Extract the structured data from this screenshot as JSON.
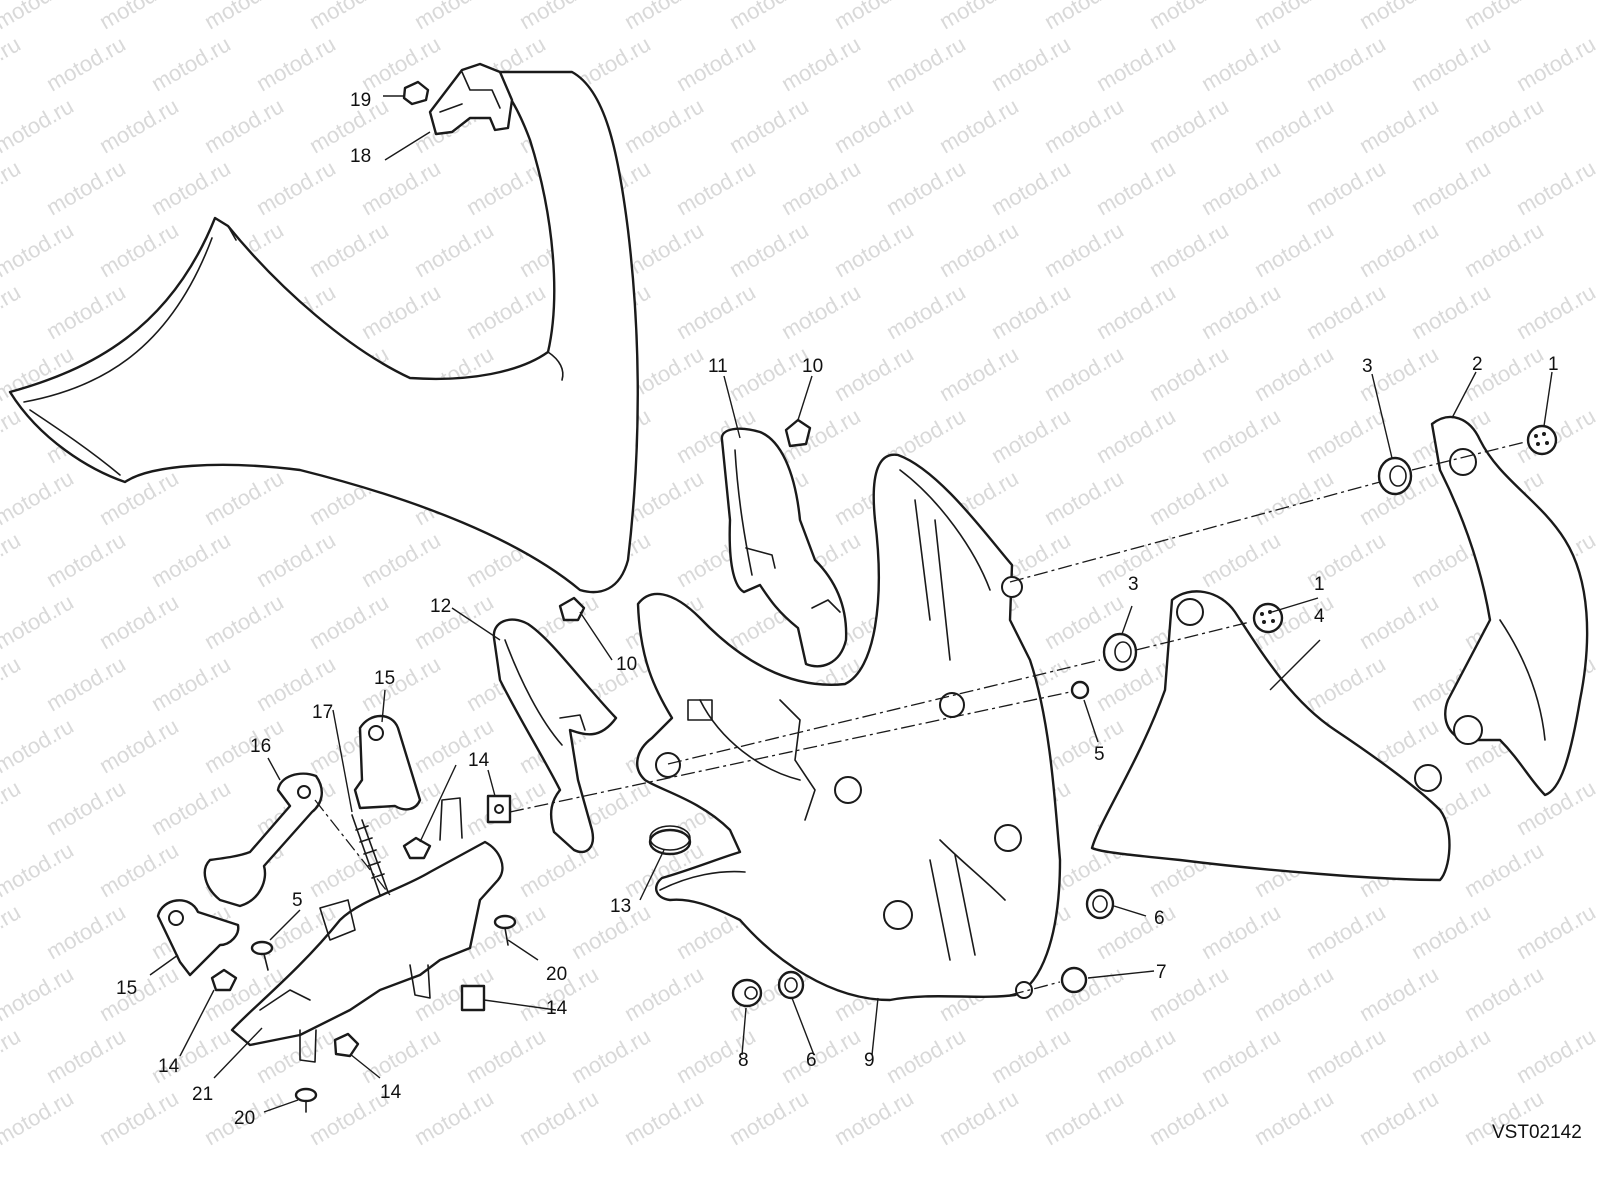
{
  "watermark": "motod.ru",
  "drawing_code": "VST02142",
  "callouts": {
    "c1a": "1",
    "c1b": "1",
    "c2": "2",
    "c3a": "3",
    "c3b": "3",
    "c4": "4",
    "c5a": "5",
    "c5b": "5",
    "c6a": "6",
    "c6b": "6",
    "c7": "7",
    "c8": "8",
    "c9": "9",
    "c10a": "10",
    "c10b": "10",
    "c11": "11",
    "c12": "12",
    "c13": "13",
    "c14a": "14",
    "c14b": "14",
    "c14c": "14",
    "c14d": "14",
    "c15a": "15",
    "c15b": "15",
    "c16": "16",
    "c17": "17",
    "c18": "18",
    "c19": "19",
    "c20a": "20",
    "c20b": "20",
    "c21": "21"
  }
}
